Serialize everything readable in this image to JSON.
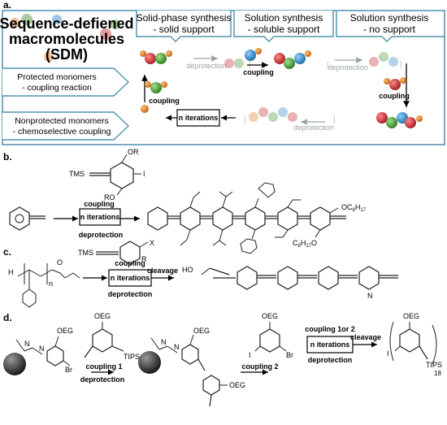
{
  "panels": {
    "a": {
      "letter": "a.",
      "title_lines": [
        "Sequence-defiened",
        "macromolecules",
        "(SDM)"
      ],
      "headers": [
        {
          "line1": "Solid-phase synthesis",
          "line2": "- solid support"
        },
        {
          "line1": "Solution synthesis",
          "line2": "- soluble support"
        },
        {
          "line1": "Solution synthesis",
          "line2": "- no support"
        }
      ],
      "side_tabs": [
        {
          "line1": "Protected monomers",
          "line2": "- coupling reaction"
        },
        {
          "line1": "Nonprotected monomers",
          "line2": "- chemoselective coupling"
        }
      ],
      "labels": {
        "coupling_left": "coupling",
        "deprotection_1": "deprotection",
        "coupling_mid": "coupling",
        "deprotection_2": "deprotection",
        "coupling_right": "coupling",
        "deprotection_3": "deprotection",
        "n_iterations": "n iterations"
      },
      "colors": {
        "frame": "#2e7fa0",
        "red": "#c0262b",
        "green": "#3f8e2c",
        "blue": "#2a83c4",
        "orange": "#e07a1f",
        "teal": "#2a9db0"
      }
    },
    "b": {
      "letter": "b.",
      "labels": {
        "tms": "TMS",
        "or_top": "OR",
        "iodo": "I",
        "ro": "RO",
        "coupling": "coupling",
        "n_iterations": "n iterations",
        "deprotection": "deprotection",
        "oc8h17": "OC8H17",
        "c8h17o": "C8H17O"
      }
    },
    "c": {
      "letter": "c.",
      "labels": {
        "h": "H",
        "n": "n",
        "o": "O",
        "tms": "TMS",
        "r": "R",
        "x": "X",
        "coupling": "coupling",
        "n_iterations": "n iterations",
        "cleavage": "cleavage",
        "deprotection": "deprotection",
        "ho": "HO",
        "nitrogen": "N"
      }
    },
    "d": {
      "letter": "d.",
      "labels": {
        "oeg": "OEG",
        "n": "N",
        "br": "Br",
        "tips": "TIPS",
        "iodo": "I",
        "coupling1": "coupling 1",
        "deprotection": "deprotection",
        "coupling2": "coupling 2",
        "coupling_1or2": "coupling 1or 2",
        "n_iterations": "n iterations",
        "deprotection2": "deprotection",
        "cleavage": "cleavage",
        "subscript": "18"
      }
    }
  }
}
